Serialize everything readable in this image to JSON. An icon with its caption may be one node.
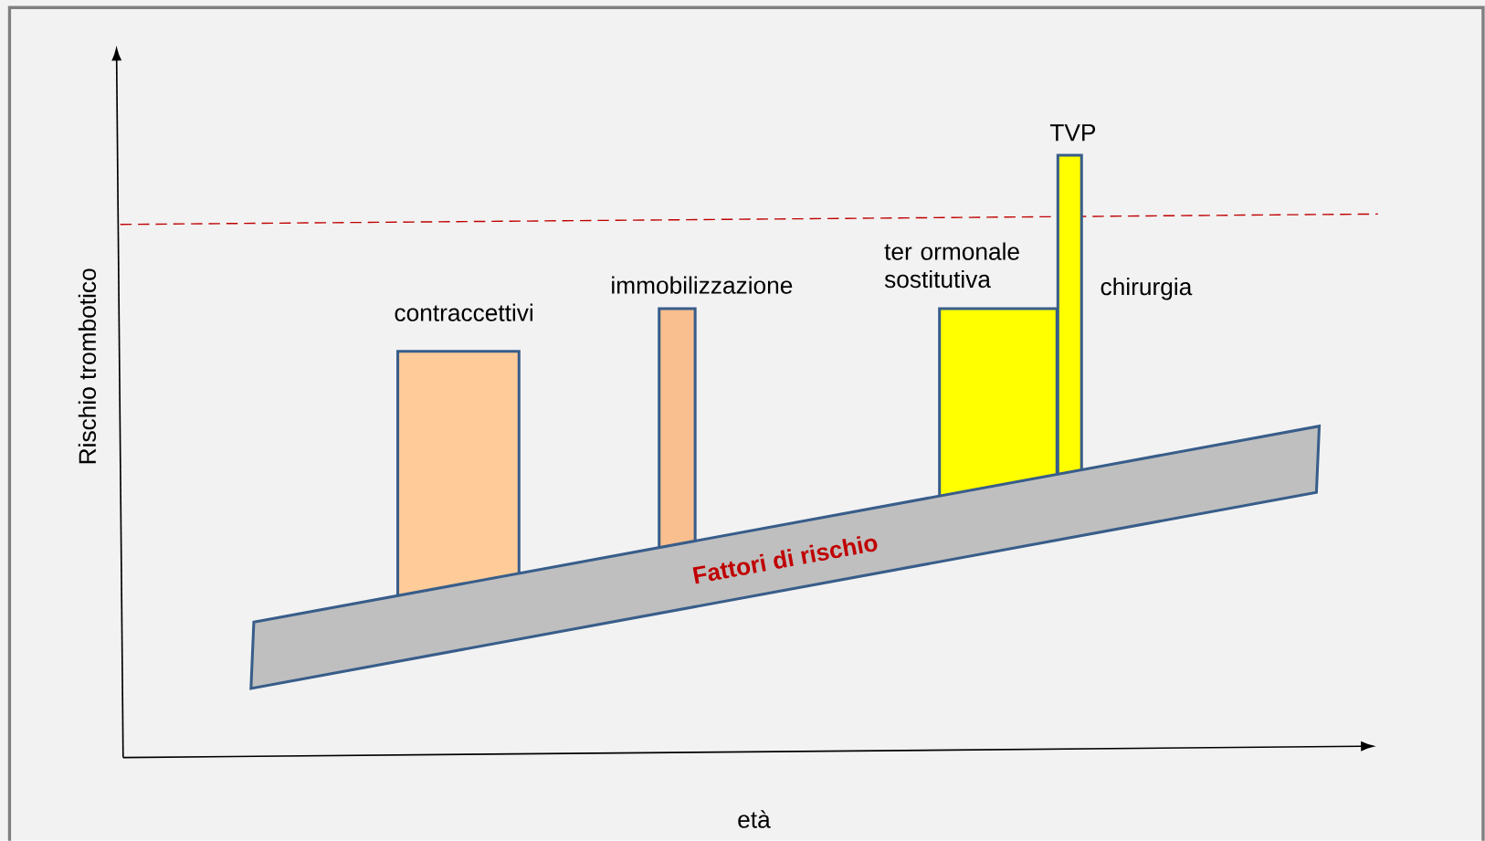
{
  "diagram": {
    "nodes": [
      {
        "text": [
          "contraccettivi"
        ]
      },
      {
        "text": [
          "immobilizzazione"
        ]
      },
      {
        "text": [
          "ter ormonale sostitutiva"
        ]
      },
      {
        "text": [
          "chirurgia"
        ],
        "beside": [
          "TVP"
        ]
      },
      {
        "text": [
          "Fattori di rischio"
        ]
      }
    ],
    "labels": [
      "Rischio trombotico",
      "età"
    ]
  }
}
